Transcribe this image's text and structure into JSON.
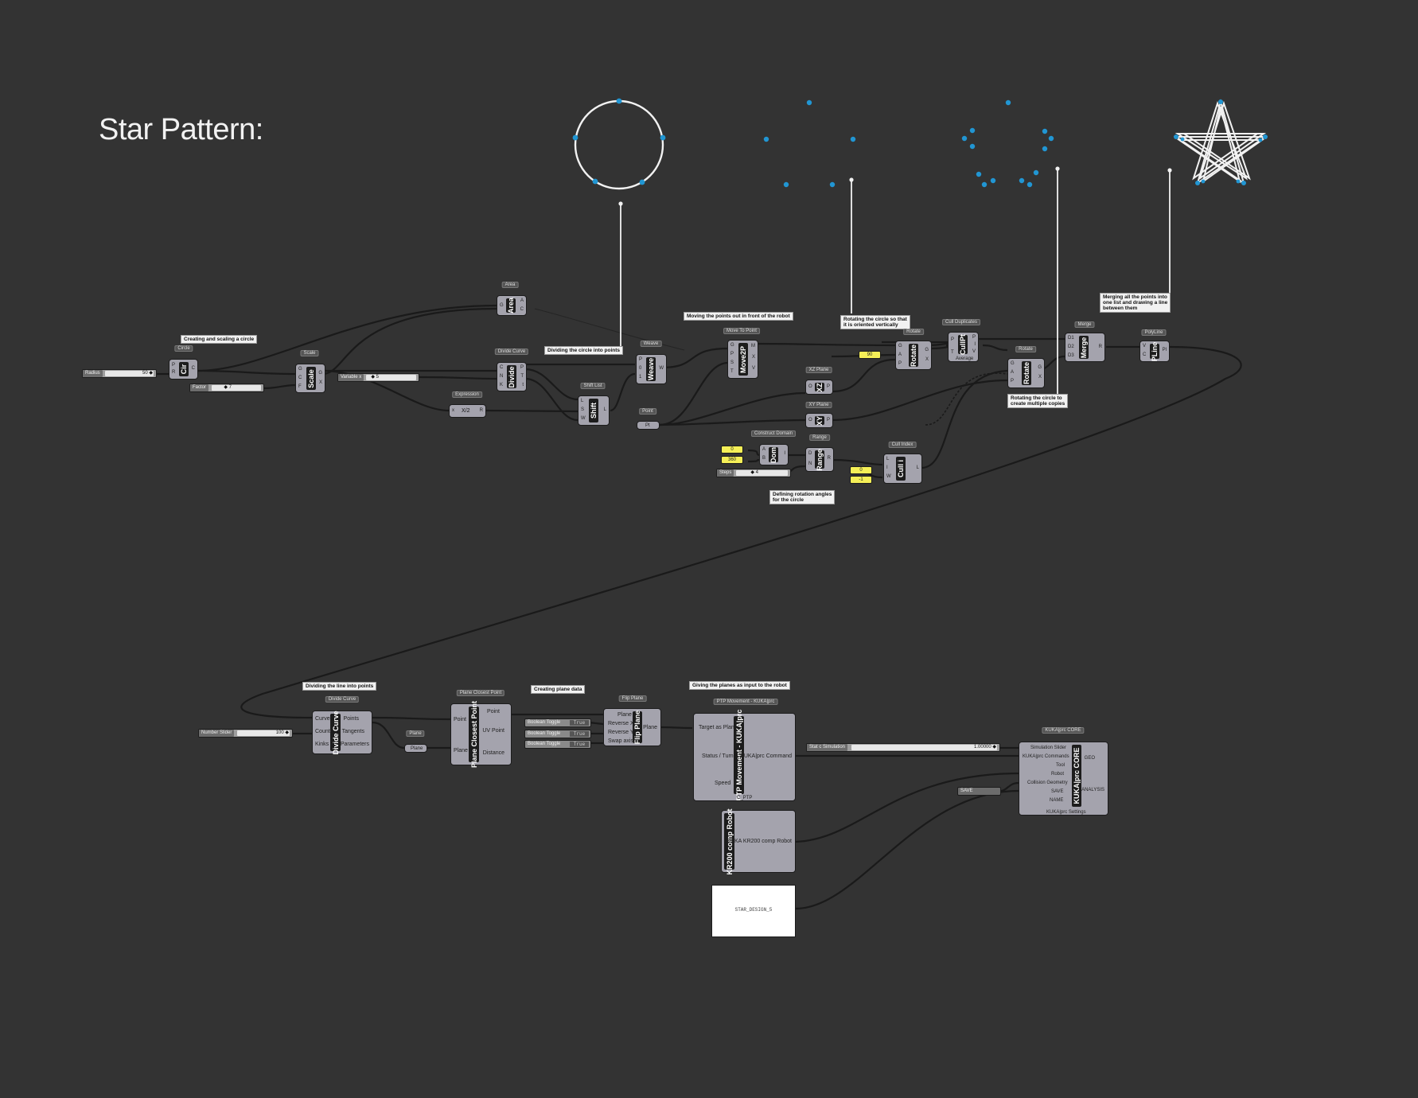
{
  "title": "Star Pattern:",
  "colors": {
    "background": "#333333",
    "component": "#a4a3ad",
    "wire": "#1a1a1a",
    "point": "#2196d3",
    "note": "#f2f2f2",
    "panel_yellow": "#f5ef57"
  },
  "notes": {
    "creating_circle": "Creating and scaling a circle",
    "dividing_circle": "Dividing the circle into points",
    "moving_points": "Moving the points out in front of the robot",
    "rotating_vertical": "Rotating the circle so that\nit is oriented vertically",
    "merging_points": "Merging all the points into\none list and drawing a line\nbetween them",
    "rotating_copies": "Rotating the circle to\ncreate multiple copies",
    "rotation_angles": "Defining rotation angles\nfor the circle",
    "dividing_line": "Dividing the line into points",
    "creating_plane": "Creating plane data",
    "giving_planes": "Giving the planes as input to the robot"
  },
  "components": {
    "circle": {
      "tag": "Circle",
      "label": "Cir",
      "inputs": [
        "P",
        "R"
      ],
      "outputs": [
        "C"
      ]
    },
    "scale": {
      "tag": "Scale",
      "label": "Scale",
      "inputs": [
        "G",
        "C",
        "F"
      ],
      "outputs": [
        "G",
        "X"
      ]
    },
    "area": {
      "tag": "Area",
      "label": "Area",
      "inputs": [
        "G"
      ],
      "outputs": [
        "A",
        "C"
      ]
    },
    "divide_curve": {
      "tag": "Divide Curve",
      "label": "Divide",
      "inputs": [
        "C",
        "N",
        "K"
      ],
      "outputs": [
        "P",
        "T",
        "t"
      ]
    },
    "expression": {
      "tag": "Expression",
      "label": "X/2",
      "inputs": [
        "x"
      ],
      "outputs": [
        "R"
      ]
    },
    "shift_list": {
      "tag": "Shift List",
      "label": "Shift",
      "inputs": [
        "L",
        "S",
        "W"
      ],
      "outputs": [
        "L"
      ]
    },
    "weave": {
      "tag": "Weave",
      "label": "Weave",
      "inputs": [
        "P",
        "0",
        "1"
      ],
      "outputs": [
        "W"
      ]
    },
    "move_to_point": {
      "tag": "Move To Point",
      "label": "Move2P",
      "inputs": [
        "G",
        "P",
        "S",
        "T"
      ],
      "outputs": [
        "M",
        "X",
        "V"
      ]
    },
    "point": {
      "tag": "Point",
      "label": "Pt"
    },
    "xz_plane": {
      "tag": "XZ Plane",
      "label": "XZ",
      "inputs": [
        "O"
      ],
      "outputs": [
        "P"
      ]
    },
    "xy_plane": {
      "tag": "XY Plane",
      "label": "XY",
      "inputs": [
        "O"
      ],
      "outputs": [
        "P"
      ]
    },
    "rotate1": {
      "tag": "Rotate",
      "label": "Rotate",
      "inputs": [
        "G",
        "A",
        "P"
      ],
      "outputs": [
        "G",
        "X"
      ]
    },
    "cull_duplicates": {
      "tag": "Cull Duplicates",
      "label": "CullPt",
      "inputs": [
        "P",
        "T"
      ],
      "outputs": [
        "P",
        "I",
        "V"
      ],
      "sub": "Average"
    },
    "rotate2": {
      "tag": "Rotate",
      "label": "Rotate",
      "inputs": [
        "G",
        "A",
        "P"
      ],
      "outputs": [
        "G",
        "X"
      ]
    },
    "merge": {
      "tag": "Merge",
      "label": "Merge",
      "inputs": [
        "D1",
        "D2",
        "D3"
      ],
      "outputs": [
        "R"
      ]
    },
    "polyline": {
      "tag": "PolyLine",
      "label": "PLine",
      "inputs": [
        "V",
        "C"
      ],
      "outputs": [
        "Pl"
      ]
    },
    "construct_domain": {
      "tag": "Construct Domain",
      "label": "Dom",
      "inputs": [
        "A",
        "B"
      ],
      "outputs": [
        "I"
      ]
    },
    "range": {
      "tag": "Range",
      "label": "Range",
      "inputs": [
        "D",
        "N"
      ],
      "outputs": [
        "R"
      ]
    },
    "cull_index": {
      "tag": "Cull Index",
      "label": "Cull i",
      "inputs": [
        "L",
        "I",
        "W"
      ],
      "outputs": [
        "L"
      ]
    },
    "divide_curve2": {
      "tag": "Divide Curve",
      "label": "Divide Curve",
      "inputs": [
        "Curve",
        "Count",
        "Kinks"
      ],
      "outputs": [
        "Points",
        "Tangents",
        "Parameters"
      ]
    },
    "plane": {
      "tag": "Plane",
      "label": "Plane"
    },
    "plane_closest_point": {
      "tag": "Plane Closest Point",
      "label": "Plane Closest Point",
      "inputs": [
        "Point",
        "Plane"
      ],
      "outputs": [
        "Point",
        "UV Point",
        "Distance"
      ]
    },
    "flip_plane": {
      "tag": "Flip Plane",
      "label": "Flip Plane",
      "inputs": [
        "Plane",
        "Reverse X",
        "Reverse Y",
        "Swap axis"
      ],
      "outputs": [
        "Plane"
      ]
    },
    "ptp_movement": {
      "tag": "PTP Movement - KUKA|prc",
      "label": "PTP Movement - KUKA|prc",
      "inputs": [
        "Target as Plane",
        "Status / Turn",
        "Speed"
      ],
      "outputs": [
        "KUKA|prc Command"
      ],
      "footer": "C_PTP"
    },
    "robot": {
      "label": "KR200 comp Robot",
      "outputs": [
        "KUKA KR200 comp Robot"
      ]
    },
    "core": {
      "tag": "KUKA|prc CORE",
      "label": "KUKA|prc CORE",
      "inputs": [
        "Simulation Slider",
        "KUKA|prc Commands",
        "Tool",
        "Robot",
        "Collision Geometry",
        "SAVE",
        "NAME"
      ],
      "outputs": [
        "GEO",
        "ANALYSIS"
      ],
      "footer": "KUKA|prc Settings"
    }
  },
  "sliders": {
    "radius": {
      "label": "Radius",
      "value": "50 ◆"
    },
    "factor": {
      "label": "Factor",
      "value": "◆ 7"
    },
    "variable": {
      "label": "Variable x",
      "value": "◆ 5"
    },
    "steps": {
      "label": "Steps",
      "value": "◆ 4"
    },
    "number": {
      "label": "Number Slider",
      "value": "100 ◆"
    },
    "sim": {
      "label": "Stat c Simulation",
      "value": "1.00000 ◆"
    }
  },
  "panels": {
    "angle": "90",
    "domain_a": "0",
    "domain_b": "360",
    "cull_a": "0",
    "cull_b": "-1",
    "output": "STAR_DESIGN_5"
  },
  "toggles": [
    {
      "label": "Boolean Toggle",
      "value": "True"
    },
    {
      "label": "Boolean Toggle",
      "value": "True"
    },
    {
      "label": "Boolean Toggle",
      "value": "True"
    }
  ],
  "save": {
    "label": "SAVE"
  }
}
